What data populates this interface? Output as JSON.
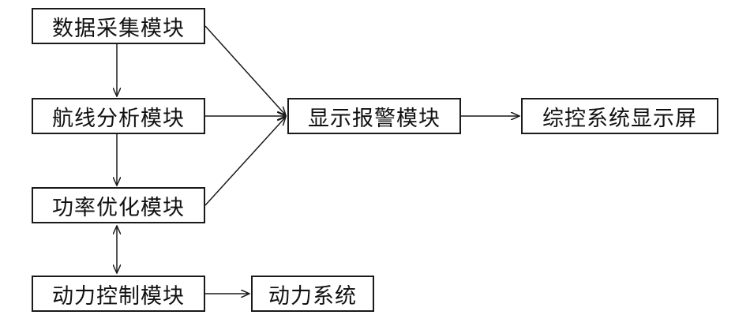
{
  "modules": {
    "data_acquisition": "数据采集模块",
    "route_analysis": "航线分析模块",
    "power_optimization": "功率优化模块",
    "power_control": "动力控制模块",
    "power_system": "动力系统",
    "display_alarm": "显示报警模块",
    "console_display": "综控系统显示屏"
  }
}
